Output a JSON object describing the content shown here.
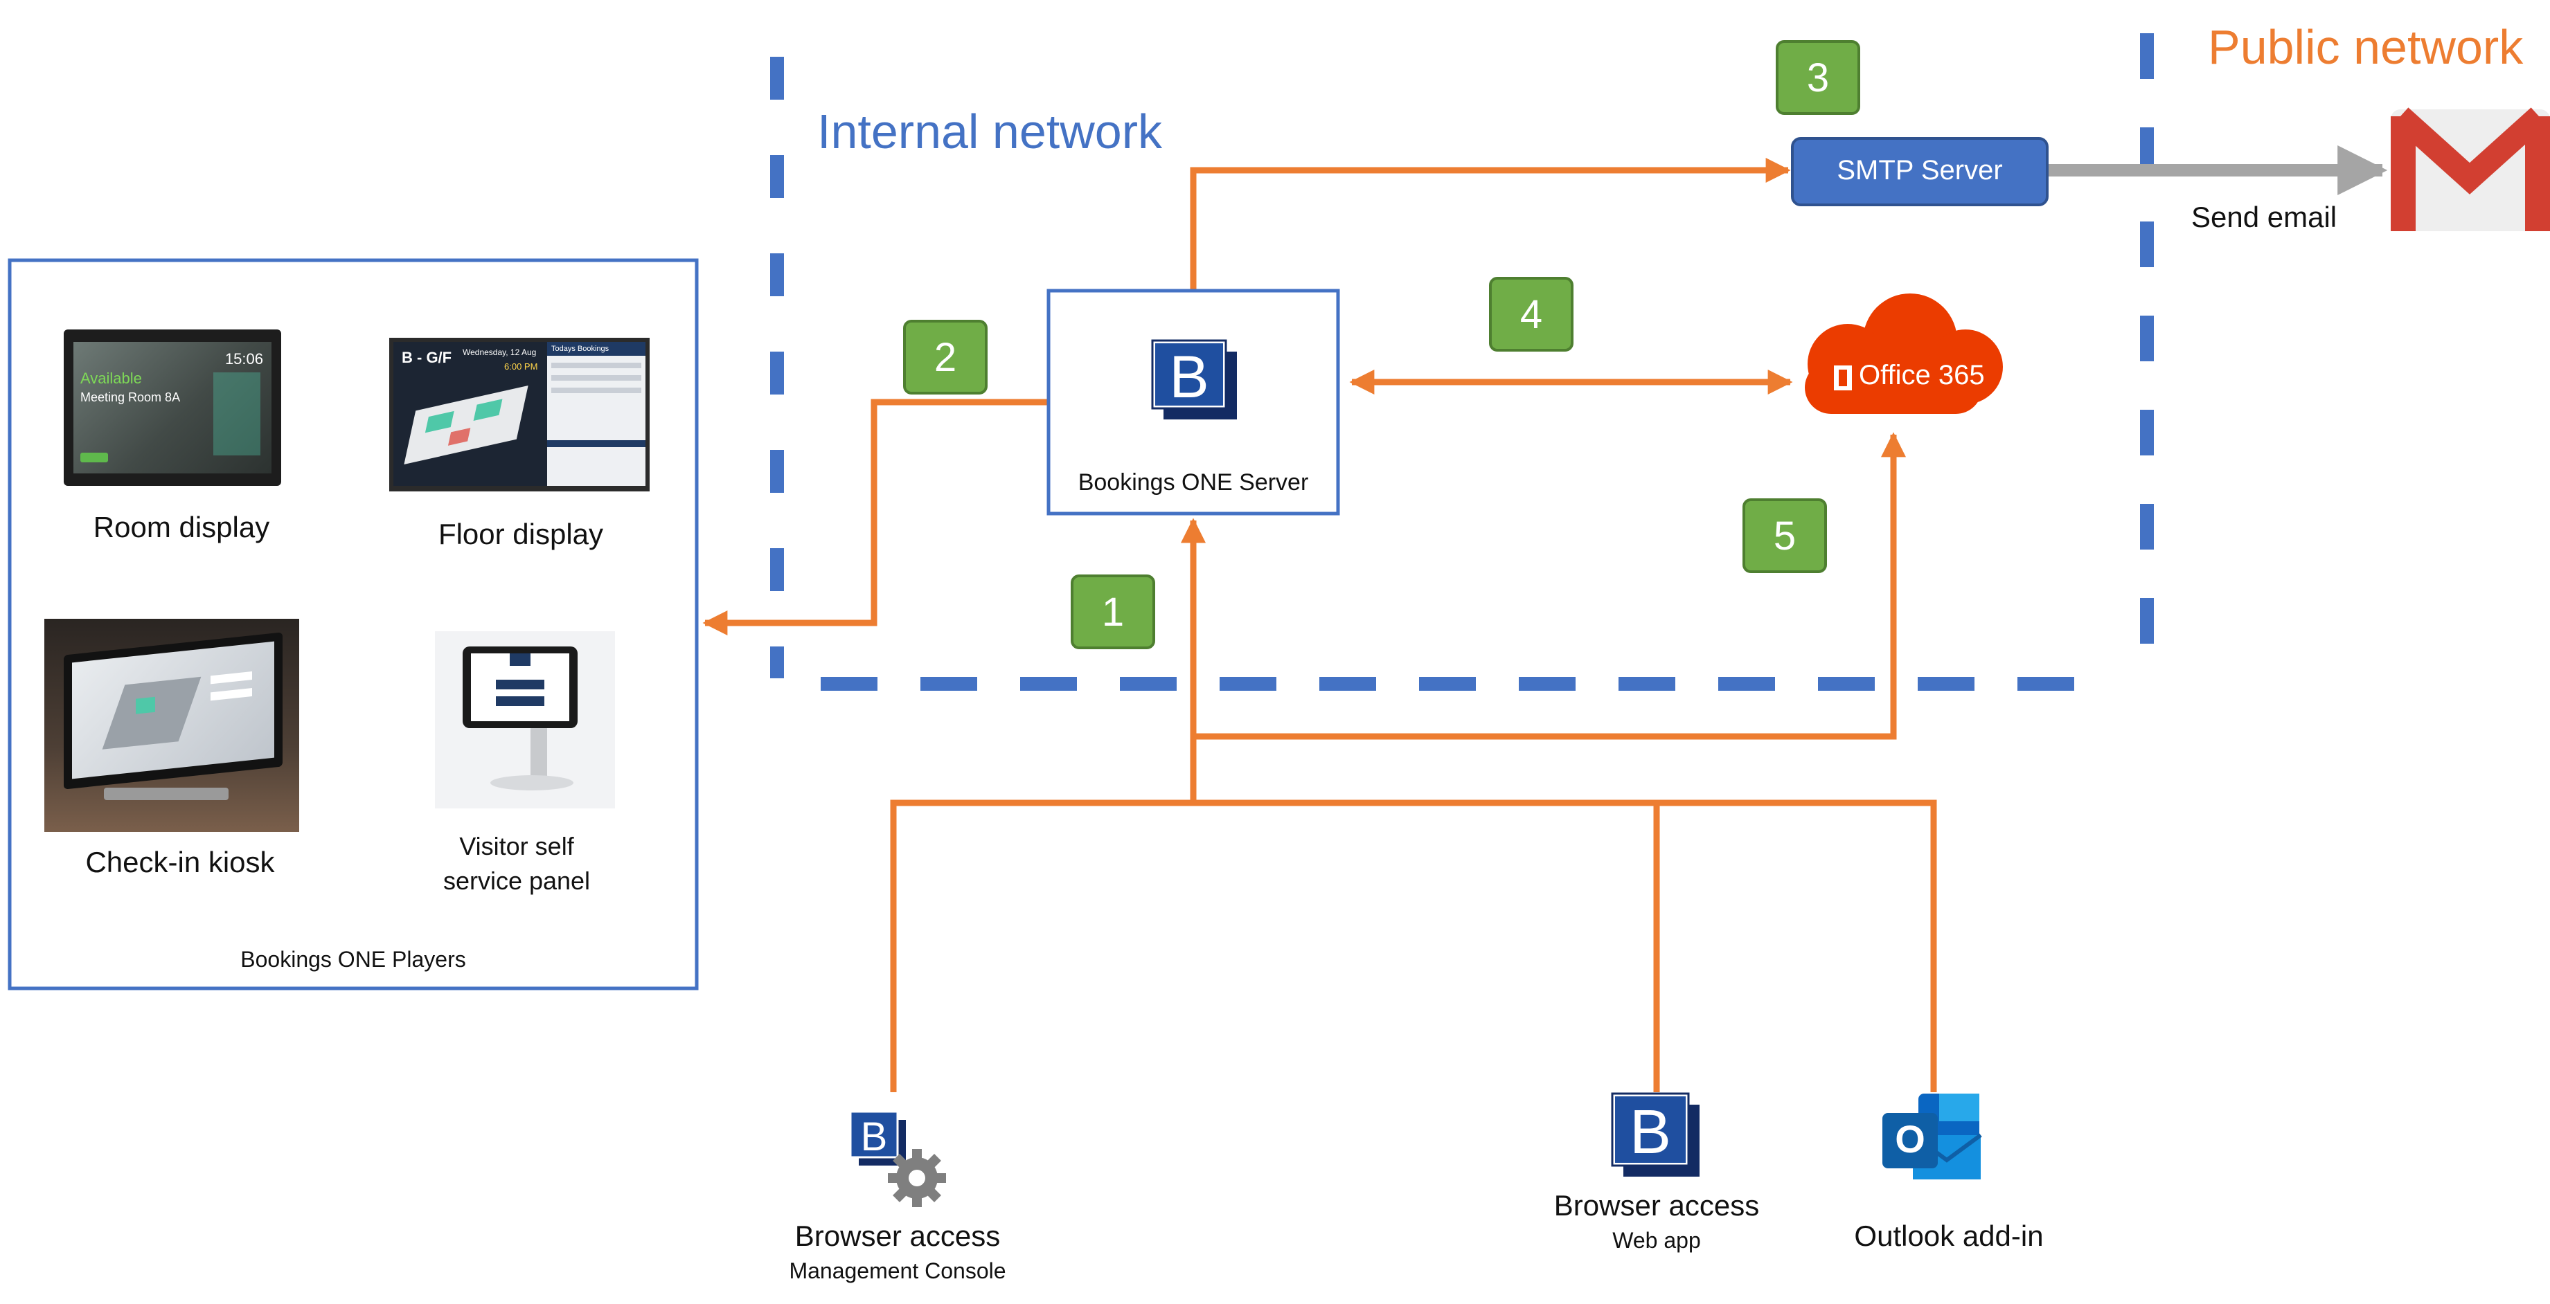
{
  "zones": {
    "internal_network": "Internal network",
    "public_network": "Public network"
  },
  "server": {
    "label": "Bookings ONE Server",
    "logo_letter": "B"
  },
  "smtp": {
    "label": "SMTP Server"
  },
  "office365": {
    "label": "Office 365"
  },
  "send_email": "Send email",
  "players": {
    "caption": "Bookings ONE Players",
    "room_display": {
      "label": "Room display",
      "screen_status": "Available",
      "screen_time": "15:06",
      "screen_room": "Meeting Room 8A"
    },
    "floor_display": {
      "label": "Floor display",
      "screen_title": "B - G/F",
      "screen_date": "Wednesday, 12 Aug",
      "screen_time": "6:00 PM",
      "screen_panel": "Todays Bookings"
    },
    "checkin_kiosk": {
      "label": "Check-in kiosk"
    },
    "visitor_panel": {
      "label_line1": "Visitor self",
      "label_line2": "service panel"
    }
  },
  "clients": {
    "management": {
      "label": "Browser access",
      "sublabel": "Management Console",
      "logo_letter": "B"
    },
    "webapp": {
      "label": "Browser access",
      "sublabel": "Web app",
      "logo_letter": "B"
    },
    "outlook": {
      "label": "Outlook add-in",
      "logo_letter": "O"
    }
  },
  "steps": [
    "1",
    "2",
    "3",
    "4",
    "5"
  ],
  "colors": {
    "blue": "#4472c4",
    "orange": "#ed7d31",
    "green": "#70ad47",
    "gray_arrow": "#a5a5a5",
    "office_red": "#eb3c00"
  },
  "icons": {
    "server": "bookings-one-logo-icon",
    "smtp": "smtp-server-box",
    "office365": "office365-cloud-icon",
    "email": "gmail-icon",
    "management": "bookings-settings-icon",
    "webapp": "bookings-one-logo-icon",
    "outlook": "outlook-icon"
  }
}
